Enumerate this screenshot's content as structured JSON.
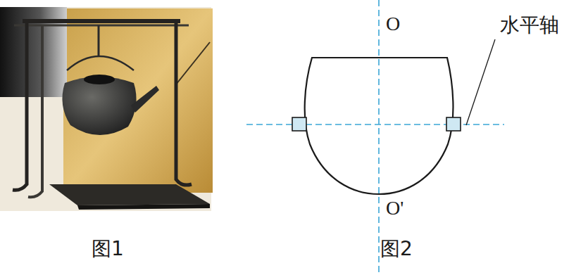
{
  "diagram": {
    "labels": [
      "O",
      "O'",
      "水平轴",
      "图1",
      "图2"
    ]
  }
}
